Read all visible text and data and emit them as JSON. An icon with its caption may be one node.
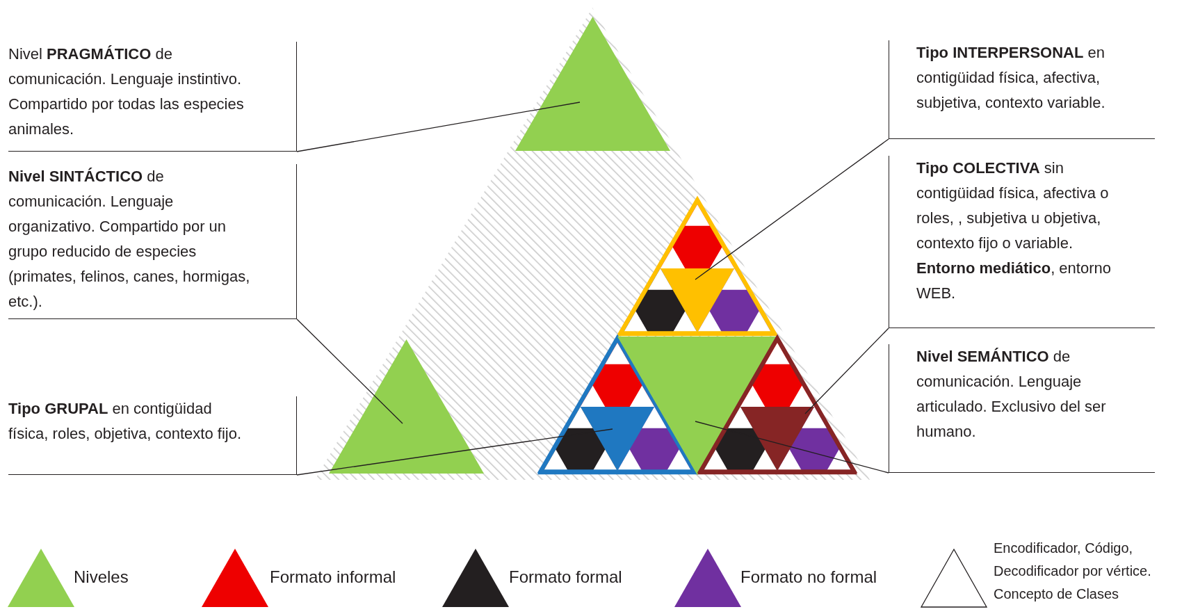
{
  "diagram": {
    "nodes": [
      {
        "text": [
          "Nivel **PRAGMÁTICO** de comunicación. Lenguaje instintivo. Compartido por todas las especies animales."
        ]
      },
      {
        "text": [
          "**Nivel SINTÁCTICO** de comunicación. Lenguaje organizativo. Compartido por un grupo reducido de especies (primates, felinos, canes, hormigas, etc.)."
        ]
      },
      {
        "text": [
          "**Tipo GRUPAL** en contigüidad física, roles, objetiva, contexto fijo."
        ]
      },
      {
        "text": [
          "**Tipo INTERPERSONAL** en contigüidad física, afectiva, subjetiva, contexto variable."
        ]
      },
      {
        "text": [
          "**Tipo COLECTIVA** sin contigüidad física, afectiva o roles, , subjetiva u objetiva, contexto fijo o variable.",
          "**Entorno mediático**, entorno WEB."
        ]
      },
      {
        "text": [
          "**Nivel SEMÁNTICO** de comunicación. Lenguaje articulado. Exclusivo del ser humano."
        ]
      },
      {
        "text": [],
        "shape": "triangle"
      },
      {
        "text": [],
        "shape": "triangle"
      },
      {
        "text": [],
        "shape": "triangle"
      },
      {
        "text": [],
        "shape": "triangle"
      },
      {
        "text": [],
        "shape": "triangle"
      },
      {
        "text": [],
        "shape": "triangle"
      }
    ],
    "edges": [
      {
        "from": 0,
        "to": 6,
        "arrow": "none"
      },
      {
        "from": 1,
        "to": 7,
        "arrow": "none"
      },
      {
        "from": 2,
        "to": 9,
        "arrow": "none"
      },
      {
        "from": 3,
        "to": 8,
        "arrow": "none"
      },
      {
        "from": 4,
        "to": 11,
        "arrow": "none"
      },
      {
        "from": 5,
        "to": 10,
        "arrow": "none"
      }
    ],
    "legend": [
      {
        "text": "Niveles",
        "color": "#92d050"
      },
      {
        "text": "Formato informal",
        "color": "#ee0000"
      },
      {
        "text": "Formato formal",
        "color": "#231f20"
      },
      {
        "text": "Formato no formal",
        "color": "#7030a0"
      },
      {
        "text": "Encodificador, Código, Decodificador por vértice. Concepto de Clases"
      }
    ]
  }
}
